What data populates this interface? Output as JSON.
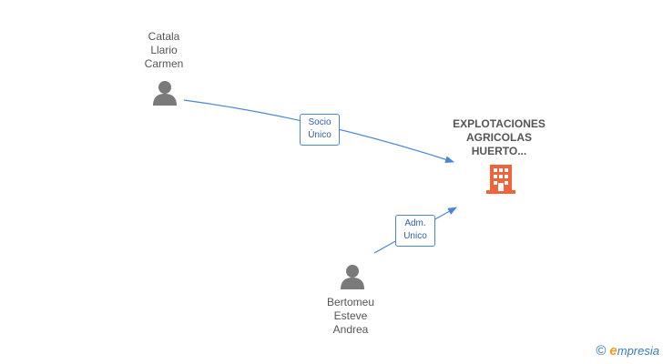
{
  "nodes": {
    "person1": {
      "name_lines": [
        "Catala",
        "Llario",
        "Carmen"
      ],
      "icon": "person-icon"
    },
    "person2": {
      "name_lines": [
        "Bertomeu",
        "Esteve",
        "Andrea"
      ],
      "icon": "person-icon"
    },
    "company": {
      "name_lines": [
        "EXPLOTACIONES",
        "AGRICOLAS",
        "HUERTO..."
      ],
      "icon": "building-icon"
    }
  },
  "edges": {
    "edge1": {
      "label_lines": [
        "Socio",
        "Único"
      ]
    },
    "edge2": {
      "label_lines": [
        "Adm.",
        "Unico"
      ]
    }
  },
  "colors": {
    "edge": "#4a86d6",
    "person_icon": "#7a7a7a",
    "company_icon": "#f0643c",
    "text": "#555555"
  },
  "brand": {
    "copyright_symbol": "©",
    "initial": "e",
    "rest": "mpresia"
  }
}
